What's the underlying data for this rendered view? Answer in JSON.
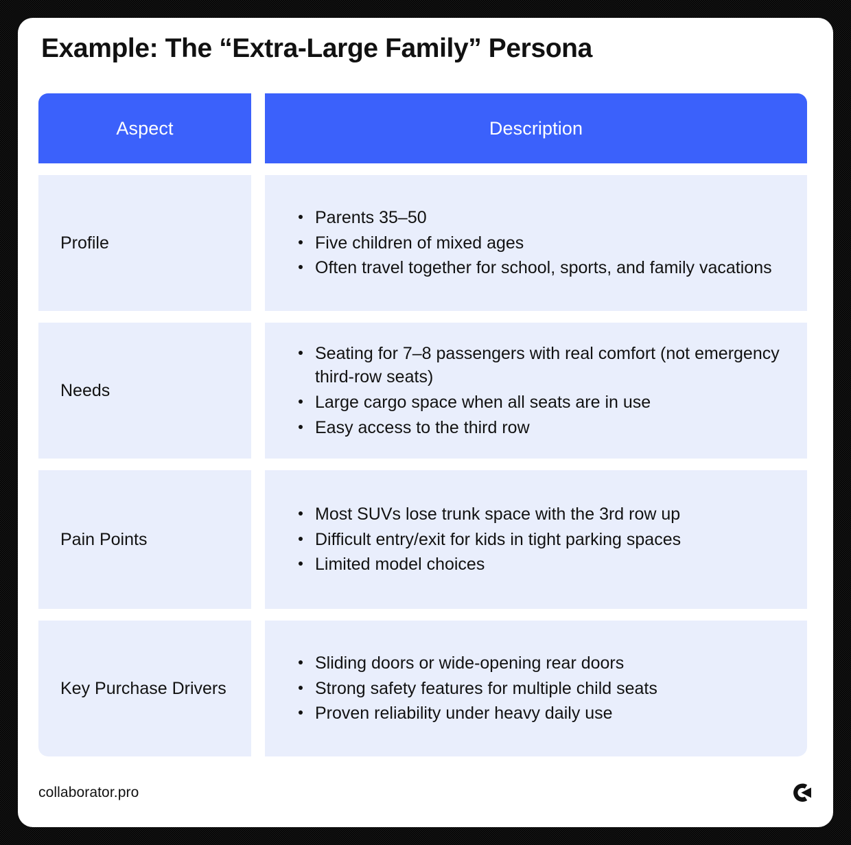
{
  "page": {
    "title": "Example: The “Extra-Large Family” Persona"
  },
  "colors": {
    "header_blue": "#3B61FB",
    "cell_blue": "#E9EEFC",
    "text": "#121212",
    "card": "#FFFFFF",
    "frame": "#000000"
  },
  "table": {
    "columns": [
      {
        "label": "Aspect"
      },
      {
        "label": "Description"
      }
    ],
    "rows": [
      {
        "aspect": "Profile",
        "bullets": [
          "Parents 35–50",
          "Five children of mixed ages",
          "Often travel together for school, sports, and family vacations"
        ]
      },
      {
        "aspect": "Needs",
        "bullets": [
          "Seating for 7–8 passengers with real comfort (not emergency third-row seats)",
          "Large cargo space when all seats are in use",
          "Easy access to the third row"
        ]
      },
      {
        "aspect": "Pain Points",
        "bullets": [
          "Most SUVs lose trunk space with the 3rd row up",
          "Difficult entry/exit for kids in tight parking spaces",
          "Limited model choices"
        ]
      },
      {
        "aspect": "Key Purchase Drivers",
        "bullets": [
          "Sliding doors or wide-opening rear doors",
          "Strong safety features for multiple child seats",
          "Proven reliability under heavy daily use"
        ]
      }
    ]
  },
  "footer": {
    "site": "collaborator.pro",
    "logo_name": "collaborator-logo-icon"
  }
}
